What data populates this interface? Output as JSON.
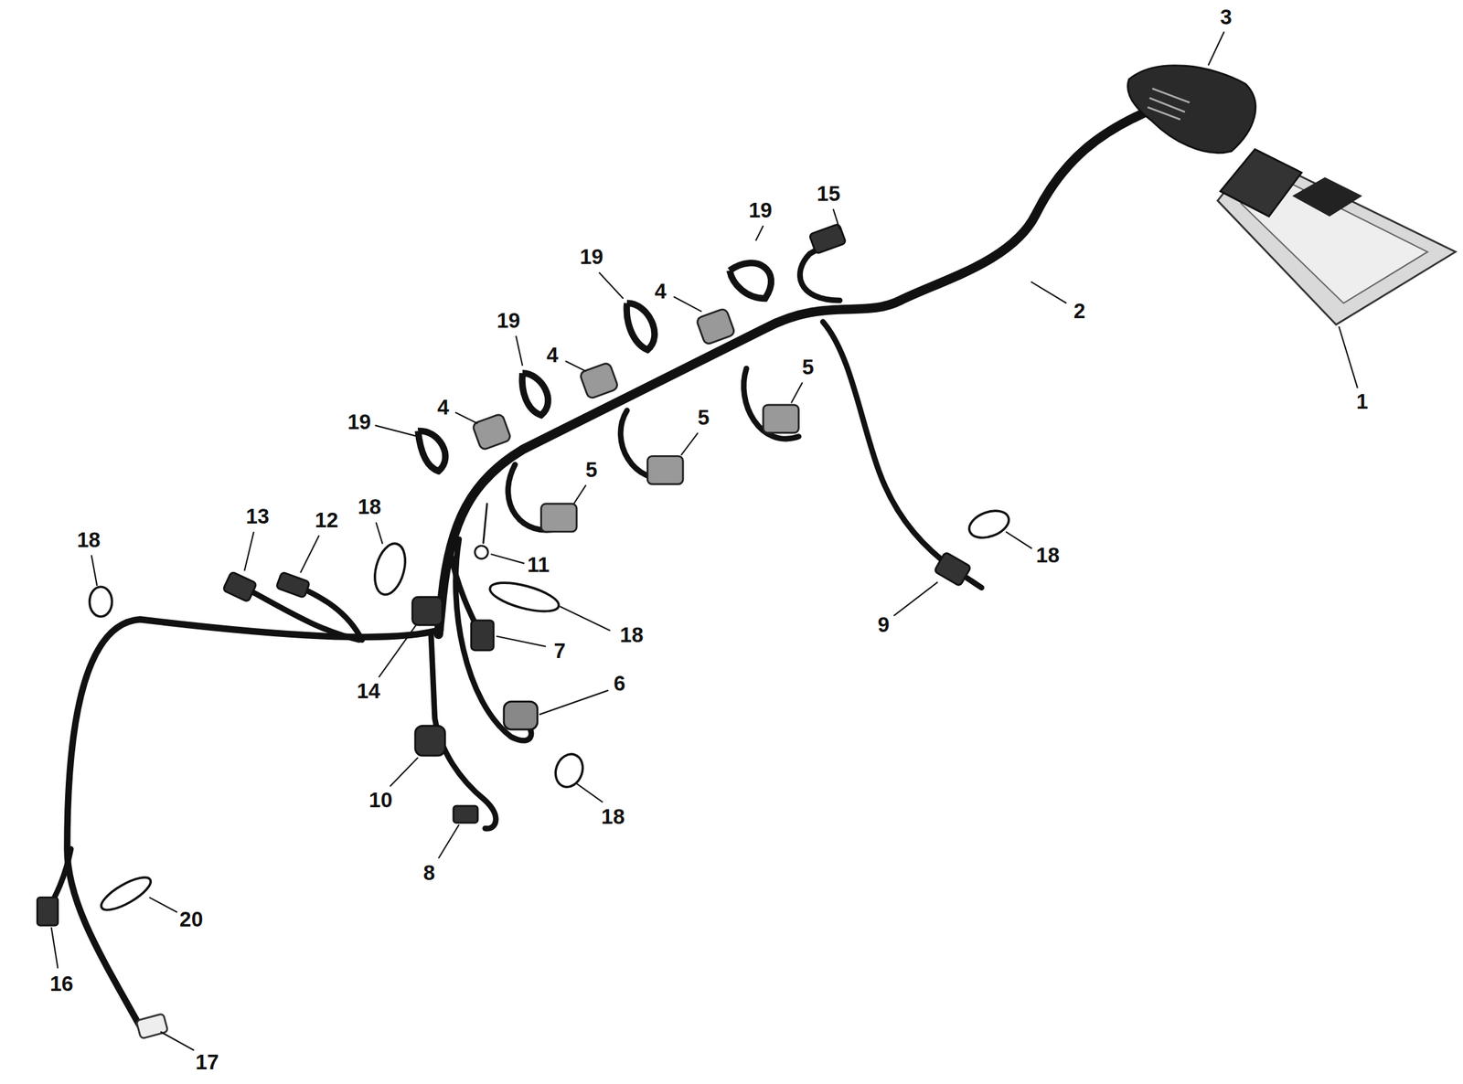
{
  "diagram": {
    "labels": [
      "3",
      "19",
      "15",
      "19",
      "4",
      "2",
      "19",
      "4",
      "5",
      "1",
      "4",
      "19",
      "5",
      "5",
      "13",
      "12",
      "18",
      "18",
      "18",
      "11",
      "18",
      "7",
      "9",
      "6",
      "14",
      "10",
      "18",
      "8",
      "20",
      "16",
      "17"
    ]
  }
}
